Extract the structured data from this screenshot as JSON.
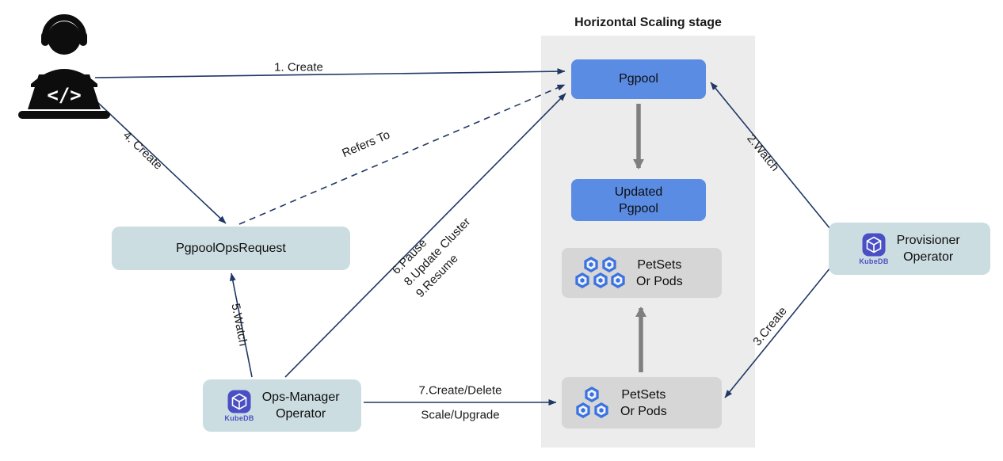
{
  "stage": {
    "title": "Horizontal Scaling stage"
  },
  "nodes": {
    "pgpool": {
      "label": "Pgpool"
    },
    "updated_pgpool": {
      "line1": "Updated",
      "line2": "Pgpool"
    },
    "pgpool_ops_request": {
      "label": "PgpoolOpsRequest"
    },
    "ops_manager": {
      "line1": "Ops-Manager",
      "line2": "Operator",
      "logo_text": "KubeDB"
    },
    "provisioner": {
      "line1": "Provisioner",
      "line2": "Operator",
      "logo_text": "KubeDB"
    },
    "petsets_mid": {
      "line1": "PetSets",
      "line2": "Or Pods"
    },
    "petsets_bottom": {
      "line1": "PetSets",
      "line2": "Or Pods"
    }
  },
  "edges": {
    "create_pgpool": {
      "label": "1. Create"
    },
    "watch_pgpool": {
      "label": "2.Watch"
    },
    "create_petsets": {
      "label": "3.Create"
    },
    "create_opsrequest": {
      "label": "4. Create"
    },
    "watch_opsrequest": {
      "label": "5.Watch"
    },
    "pause": {
      "label": "6.Pause"
    },
    "update_cluster": {
      "label": "8.Update Cluster"
    },
    "resume": {
      "label": "9.Resume"
    },
    "create_delete": {
      "label": "7.Create/Delete"
    },
    "scale_upgrade": {
      "label": "Scale/Upgrade"
    },
    "refers_to": {
      "label": "Refers To"
    }
  },
  "colors": {
    "stage_band": "#ececec",
    "node_blue": "#5b8ce4",
    "node_teal": "#ccdde1",
    "node_gray": "#d6d6d6",
    "arrow_navy": "#1f3864",
    "arrow_gray": "#7f7f7f",
    "kubedb_purple": "#4a50c4",
    "pod_blue": "#3b72e0",
    "text_dark": "#111111"
  }
}
